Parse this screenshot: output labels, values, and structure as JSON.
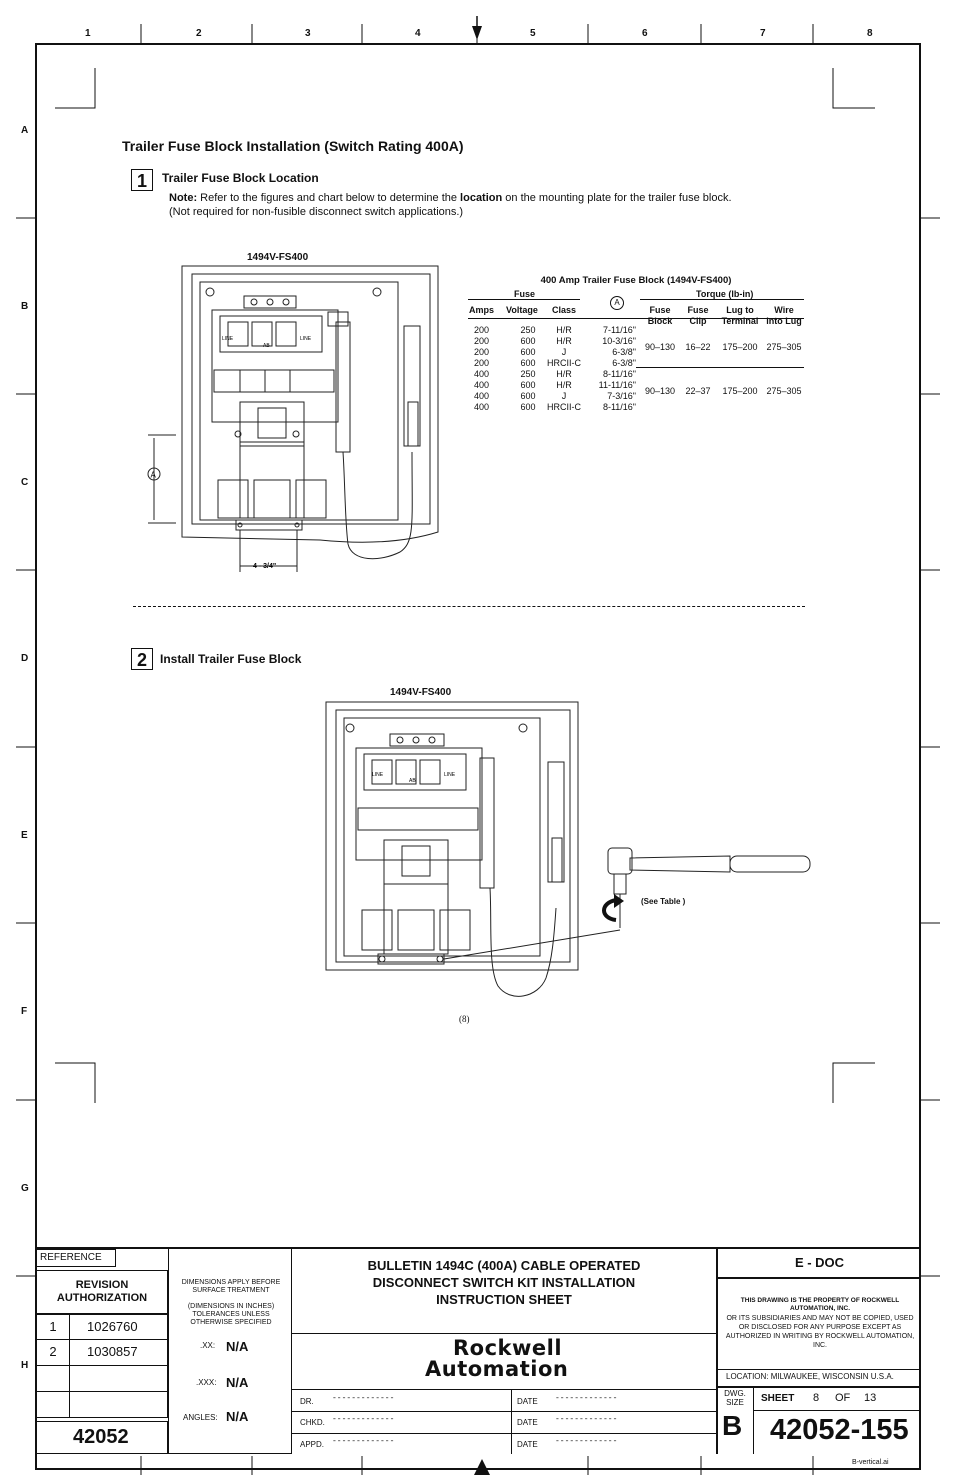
{
  "zones": {
    "columns": [
      "1",
      "2",
      "3",
      "4",
      "5",
      "6",
      "7",
      "8"
    ],
    "rows": [
      "A",
      "B",
      "C",
      "D",
      "E",
      "F",
      "G",
      "H"
    ]
  },
  "main_title": "Trailer Fuse Block Installation (Switch Rating 400A)",
  "step1": {
    "number": "1",
    "title": "Trailer Fuse Block Location",
    "note_label": "Note:",
    "note_pre": " Refer to the figures and chart below to determine the ",
    "note_bold": "location",
    "note_post": " on the mounting plate for the trailer fuse block.",
    "note_line2": "(Not required for non-fusible disconnect switch applications.)",
    "figure_label": "1494V-FS400",
    "dim_a": "A",
    "dim_width": "4 - 3/4\""
  },
  "fuse_table": {
    "title": "400 Amp Trailer Fuse Block (1494V-FS400)",
    "group_fuse": "Fuse",
    "group_a": "A",
    "group_torque": "Torque (lb-in)",
    "headers": [
      "Amps",
      "Voltage",
      "Class"
    ],
    "torque_headers": [
      [
        "Fuse",
        "Block"
      ],
      [
        "Fuse",
        "Clip"
      ],
      [
        "Lug to",
        "Terminal"
      ],
      [
        "Wire",
        "into Lug"
      ]
    ],
    "rows": [
      [
        "200",
        "250",
        "H/R",
        "7-11/16\""
      ],
      [
        "200",
        "600",
        "H/R",
        "10-3/16\""
      ],
      [
        "200",
        "600",
        "J",
        "6-3/8\""
      ],
      [
        "200",
        "600",
        "HRCII-C",
        "6-3/8\""
      ],
      [
        "400",
        "250",
        "H/R",
        "8-11/16\""
      ],
      [
        "400",
        "600",
        "H/R",
        "11-11/16\""
      ],
      [
        "400",
        "600",
        "J",
        "7-3/16\""
      ],
      [
        "400",
        "600",
        "HRCII-C",
        "8-11/16\""
      ]
    ],
    "torque_groups": [
      [
        "90–130",
        "16–22",
        "175–200",
        "275–305"
      ],
      [
        "90–130",
        "22–37",
        "175–200",
        "275–305"
      ]
    ]
  },
  "step2": {
    "number": "2",
    "title": "Install Trailer Fuse Block",
    "figure_label": "1494V-FS400",
    "callout": "(See Table )",
    "page_note": "(8)"
  },
  "panel_labels": {
    "line": "LINE",
    "ab": "AB"
  },
  "title_block": {
    "reference": "REFERENCE",
    "revision_auth": "REVISION AUTHORIZATION",
    "rev_rows": [
      [
        "1",
        "1026760"
      ],
      [
        "2",
        "1030857"
      ],
      [
        "",
        ""
      ],
      [
        "",
        ""
      ]
    ],
    "doc_number_small": "42052",
    "dims_note1": "DIMENSIONS APPLY BEFORE SURFACE TREATMENT",
    "dims_note2": "(DIMENSIONS IN INCHES) TOLERANCES UNLESS OTHERWISE SPECIFIED",
    "xx_label": ".XX:",
    "xx_value": "N/A",
    "xxx_label": ".XXX:",
    "xxx_value": "N/A",
    "angles_label": "ANGLES:",
    "angles_value": "N/A",
    "title_lines": [
      "BULLETIN 1494C (400A) CABLE OPERATED",
      "DISCONNECT SWITCH KIT INSTALLATION",
      "INSTRUCTION SHEET"
    ],
    "logo_line1": "Rockwell",
    "logo_line2": "Automation",
    "edoc": "E - DOC",
    "property_title": "THIS DRAWING IS THE PROPERTY OF ROCKWELL AUTOMATION, INC.",
    "property_text": "OR ITS SUBSIDIARIES AND MAY NOT BE COPIED, USED OR DISCLOSED FOR ANY PURPOSE EXCEPT AS AUTHORIZED IN WRITING BY ROCKWELL AUTOMATION, INC.",
    "location": "LOCATION:  MILWAUKEE,  WISCONSIN  U.S.A.",
    "dr": "DR.",
    "chkd": "CHKD.",
    "appd": "APPD.",
    "date": "DATE",
    "dashes": "-------------",
    "dwg_size_label": "DWG. SIZE",
    "dwg_size": "B",
    "sheet_label": "SHEET",
    "sheet_num": "8",
    "sheet_of": "OF",
    "sheet_total": "13",
    "drawing_number": "42052-155",
    "file_name": "B-vertical.ai"
  }
}
